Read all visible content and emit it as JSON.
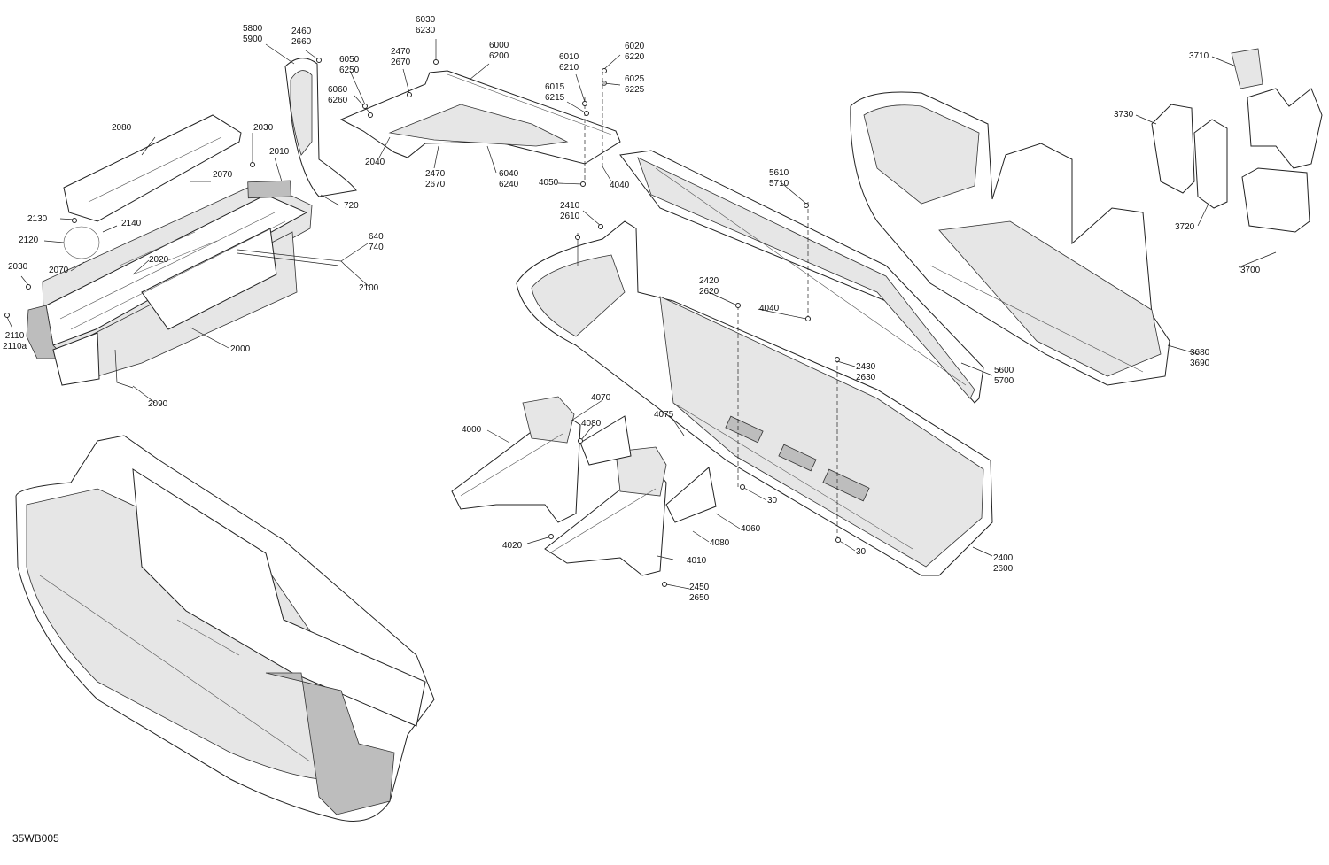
{
  "diagram": {
    "reference": "35WB005",
    "callouts": [
      {
        "id": "c5800",
        "lines": [
          "5800",
          "5900"
        ]
      },
      {
        "id": "c2460",
        "lines": [
          "2460",
          "2660"
        ]
      },
      {
        "id": "c6030",
        "lines": [
          "6030",
          "6230"
        ]
      },
      {
        "id": "c6000",
        "lines": [
          "6000",
          "6200"
        ]
      },
      {
        "id": "c6050",
        "lines": [
          "6050",
          "6250"
        ]
      },
      {
        "id": "c2470a",
        "lines": [
          "2470",
          "2670"
        ]
      },
      {
        "id": "c6010",
        "lines": [
          "6010",
          "6210"
        ]
      },
      {
        "id": "c6020",
        "lines": [
          "6020",
          "6220"
        ]
      },
      {
        "id": "c6025",
        "lines": [
          "6025",
          "6225"
        ]
      },
      {
        "id": "c6060",
        "lines": [
          "6060",
          "6260"
        ]
      },
      {
        "id": "c6015",
        "lines": [
          "6015",
          "6215"
        ]
      },
      {
        "id": "c2080",
        "lines": [
          "2080"
        ]
      },
      {
        "id": "c2030a",
        "lines": [
          "2030"
        ]
      },
      {
        "id": "c2010",
        "lines": [
          "2010"
        ]
      },
      {
        "id": "c2040",
        "lines": [
          "2040"
        ]
      },
      {
        "id": "c2070a",
        "lines": [
          "2070"
        ]
      },
      {
        "id": "c2470b",
        "lines": [
          "2470",
          "2670"
        ]
      },
      {
        "id": "c6040",
        "lines": [
          "6040",
          "6240"
        ]
      },
      {
        "id": "c4050",
        "lines": [
          "4050"
        ]
      },
      {
        "id": "c4040a",
        "lines": [
          "4040"
        ]
      },
      {
        "id": "c720",
        "lines": [
          "720"
        ]
      },
      {
        "id": "c2130",
        "lines": [
          "2130"
        ]
      },
      {
        "id": "c2140",
        "lines": [
          "2140"
        ]
      },
      {
        "id": "c2120",
        "lines": [
          "2120"
        ]
      },
      {
        "id": "c2410",
        "lines": [
          "2410",
          "2610"
        ]
      },
      {
        "id": "c5610",
        "lines": [
          "5610",
          "5710"
        ]
      },
      {
        "id": "c640",
        "lines": [
          "640",
          "740"
        ]
      },
      {
        "id": "c2020",
        "lines": [
          "2020"
        ]
      },
      {
        "id": "c2070b",
        "lines": [
          "2070"
        ]
      },
      {
        "id": "c2030b",
        "lines": [
          "2030"
        ]
      },
      {
        "id": "c2100",
        "lines": [
          "2100"
        ]
      },
      {
        "id": "c2420",
        "lines": [
          "2420",
          "2620"
        ]
      },
      {
        "id": "c4040b",
        "lines": [
          "4040"
        ]
      },
      {
        "id": "c2110",
        "lines": [
          "2110",
          "2110a"
        ]
      },
      {
        "id": "c2000",
        "lines": [
          "2000"
        ]
      },
      {
        "id": "c2430",
        "lines": [
          "2430",
          "2630"
        ]
      },
      {
        "id": "c5600",
        "lines": [
          "5600",
          "5700"
        ]
      },
      {
        "id": "c2090",
        "lines": [
          "2090"
        ]
      },
      {
        "id": "c4070",
        "lines": [
          "4070"
        ]
      },
      {
        "id": "c4075",
        "lines": [
          "4075"
        ]
      },
      {
        "id": "c4080a",
        "lines": [
          "4080"
        ]
      },
      {
        "id": "c4000",
        "lines": [
          "4000"
        ]
      },
      {
        "id": "c30a",
        "lines": [
          "30"
        ]
      },
      {
        "id": "c4060",
        "lines": [
          "4060"
        ]
      },
      {
        "id": "c4080b",
        "lines": [
          "4080"
        ]
      },
      {
        "id": "c4020",
        "lines": [
          "4020"
        ]
      },
      {
        "id": "c30b",
        "lines": [
          "30"
        ]
      },
      {
        "id": "c4010",
        "lines": [
          "4010"
        ]
      },
      {
        "id": "c2400",
        "lines": [
          "2400",
          "2600"
        ]
      },
      {
        "id": "c2450",
        "lines": [
          "2450",
          "2650"
        ]
      },
      {
        "id": "c3710",
        "lines": [
          "3710"
        ]
      },
      {
        "id": "c3730",
        "lines": [
          "3730"
        ]
      },
      {
        "id": "c3720",
        "lines": [
          "3720"
        ]
      },
      {
        "id": "c3700",
        "lines": [
          "3700"
        ]
      },
      {
        "id": "c3680",
        "lines": [
          "3680",
          "3690"
        ]
      }
    ]
  }
}
